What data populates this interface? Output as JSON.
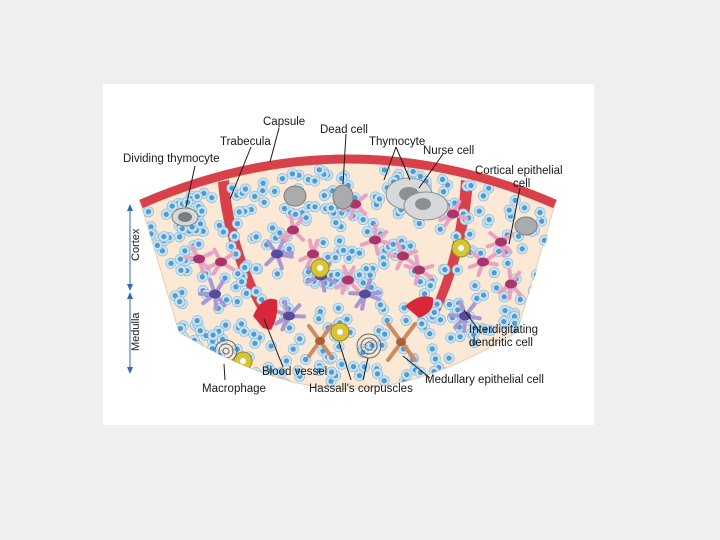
{
  "labels": {
    "capsule": "Capsule",
    "dead_cell": "Dead cell",
    "trabecula": "Trabecula",
    "thymocyte": "Thymocyte",
    "nurse_cell": "Nurse cell",
    "dividing_thymocyte": "Dividing thymocyte",
    "cortical_epithelial_line1": "Cortical epithelial",
    "cortical_epithelial_line2": "cell",
    "cortex": "Cortex",
    "medulla": "Medulla",
    "interdigitating_line1": "Interdigitating",
    "interdigitating_line2": "dendritic cell",
    "blood_vessel": "Blood vessel",
    "macrophage": "Macrophage",
    "hassalls_corpuscles": "Hassall's corpuscles",
    "medullary_epithelial_cell": "Medullary epithelial cell"
  },
  "colors": {
    "background": "#efefef",
    "panel": "#ffffff",
    "capsule": "#d8404a",
    "tissue": "#fbe9d6",
    "thymocyte_fill": "#c9e2f2",
    "thymocyte_nucleus": "#4f9bd0",
    "cortical_epithelial": "#d96a9a",
    "dendritic_cell": "#8f7cc4",
    "macrophage": "#d8c437",
    "medullary_epithelial": "#cc8c62",
    "nurse_cell": "#a9abad",
    "blood_vessel": "#d8273b"
  }
}
